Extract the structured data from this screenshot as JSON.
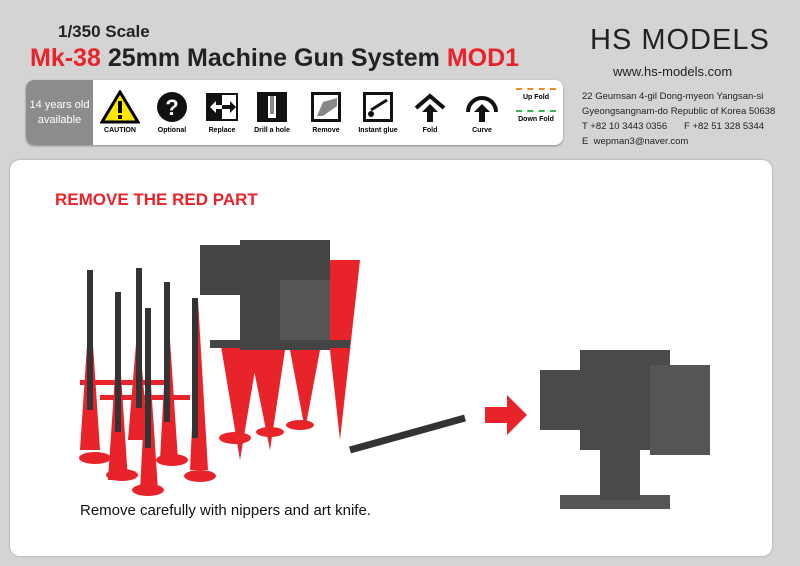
{
  "header": {
    "scale": "1/350 Scale",
    "title_prefix": "Mk-38",
    "title_main": " 25mm Machine Gun System ",
    "title_suffix": "MOD1"
  },
  "legend": {
    "age_line1": "14 years old",
    "age_line2": "available",
    "symbols": [
      "CAUTION",
      "Optional",
      "Replace",
      "Drill a hole",
      "Remove",
      "Instant glue",
      "Fold",
      "Curve"
    ],
    "up_fold": "Up Fold",
    "down_fold": "Down Fold",
    "up_fold_color": "#f08a24",
    "down_fold_color": "#3cb44b"
  },
  "brand": {
    "logo": "HS MODELS",
    "url": "www.hs-models.com",
    "address1": "22 Geumsan 4-gil Dong-myeon Yangsan-si",
    "address2": "Gyeongsangnam-do Republic of Korea 50638",
    "phone": "T  +82 10 3443 0356",
    "fax": "F  +82 51 328 5344",
    "email_label": "E",
    "email": "wepman3@naver.com"
  },
  "step": {
    "heading": "REMOVE THE RED PART",
    "caption": "Remove carefully with nippers and art knife.",
    "accent": "#e8232a"
  }
}
